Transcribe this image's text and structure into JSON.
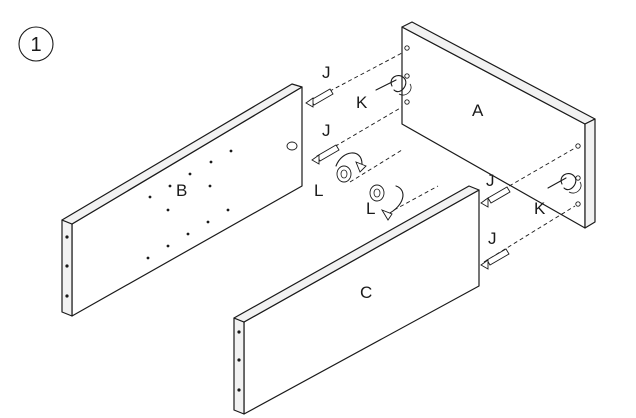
{
  "step_number": "1",
  "labels": {
    "panel_a": "A",
    "panel_b": "B",
    "panel_c": "C",
    "dowel_j": "J",
    "screw_k": "K",
    "cam_l": "L"
  }
}
